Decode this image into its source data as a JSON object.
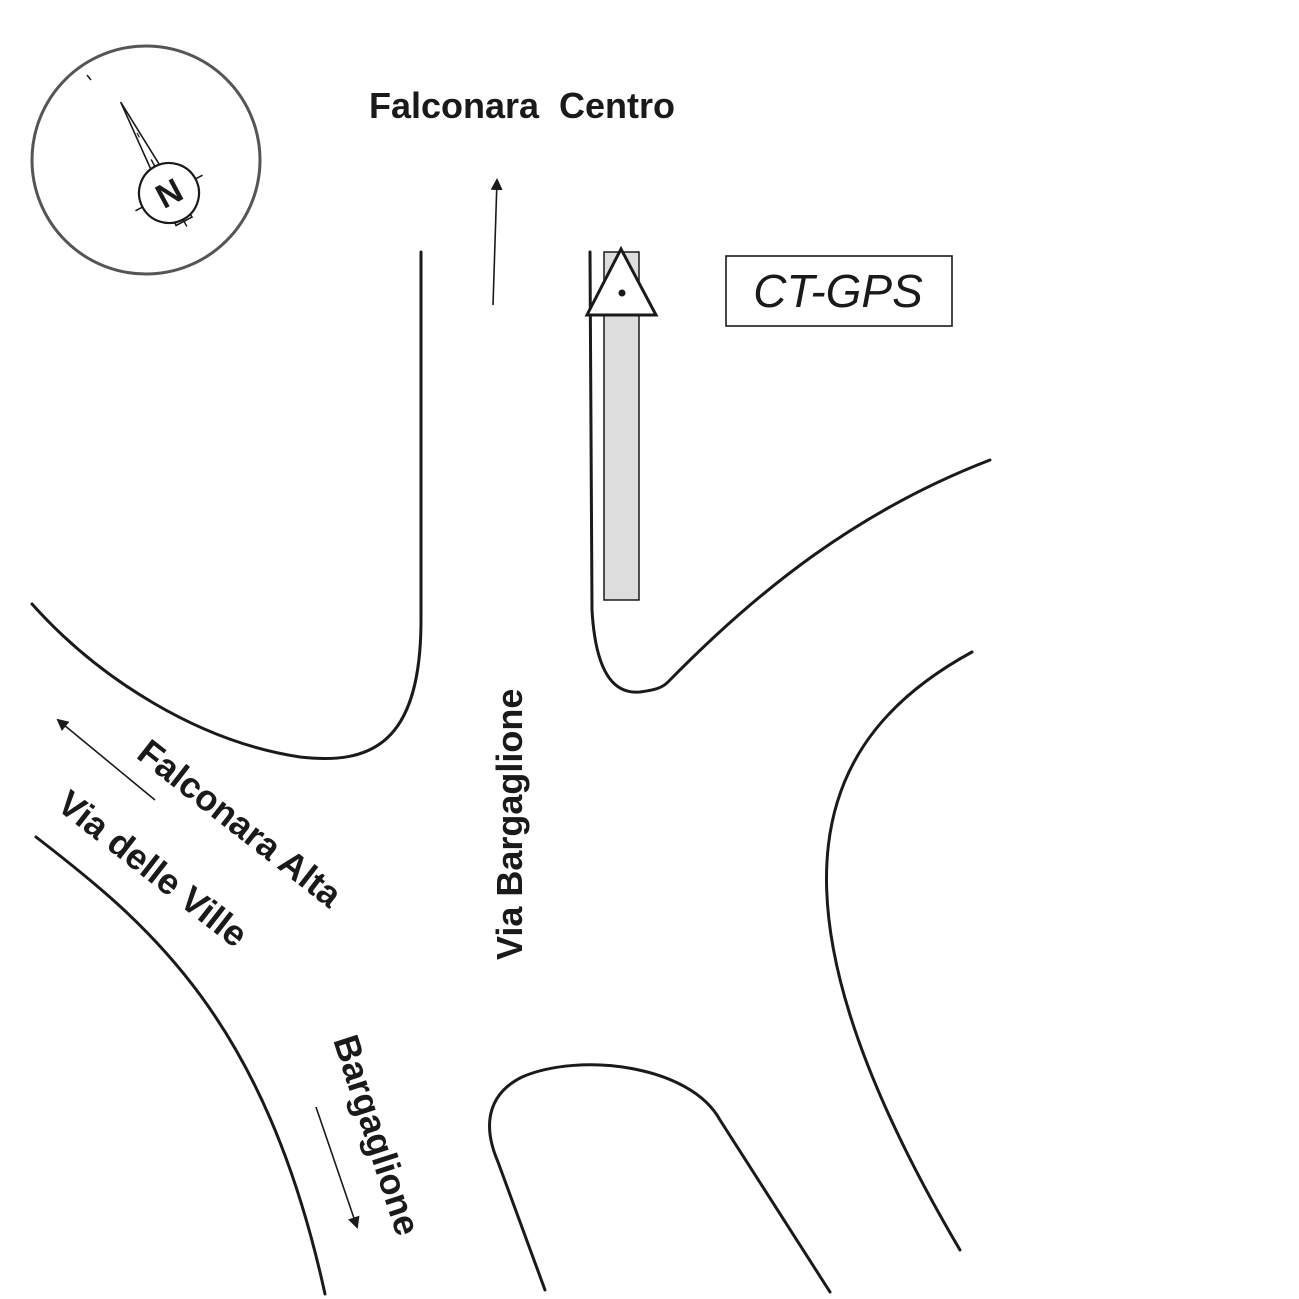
{
  "map": {
    "destination_north": "Falconara  Centro",
    "destination_west": "Falconara Alta",
    "street_west": "Via delle Ville",
    "street_main": "Via Bargaglione",
    "destination_south": "Bargaglione",
    "station_label": "CT-GPS",
    "compass_letter": "N"
  },
  "colors": {
    "line": "#1a1a1a",
    "compass_ring": "#555555",
    "station_strip": "#dddddd"
  },
  "icons": {
    "compass": "north-arrow-compass-icon",
    "station": "gps-station-triangle-icon"
  }
}
